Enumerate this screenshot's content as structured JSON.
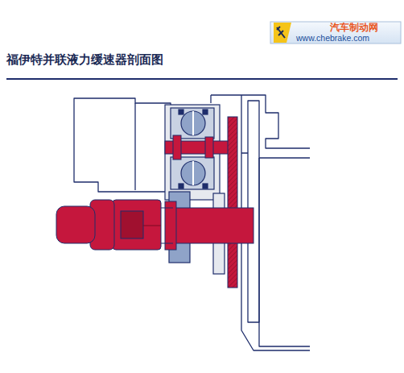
{
  "diagram": {
    "title": "福伊特并联液力缓速器剖面图",
    "labels": [
      "汽车制动网",
      "www.chebrake.com"
    ]
  }
}
